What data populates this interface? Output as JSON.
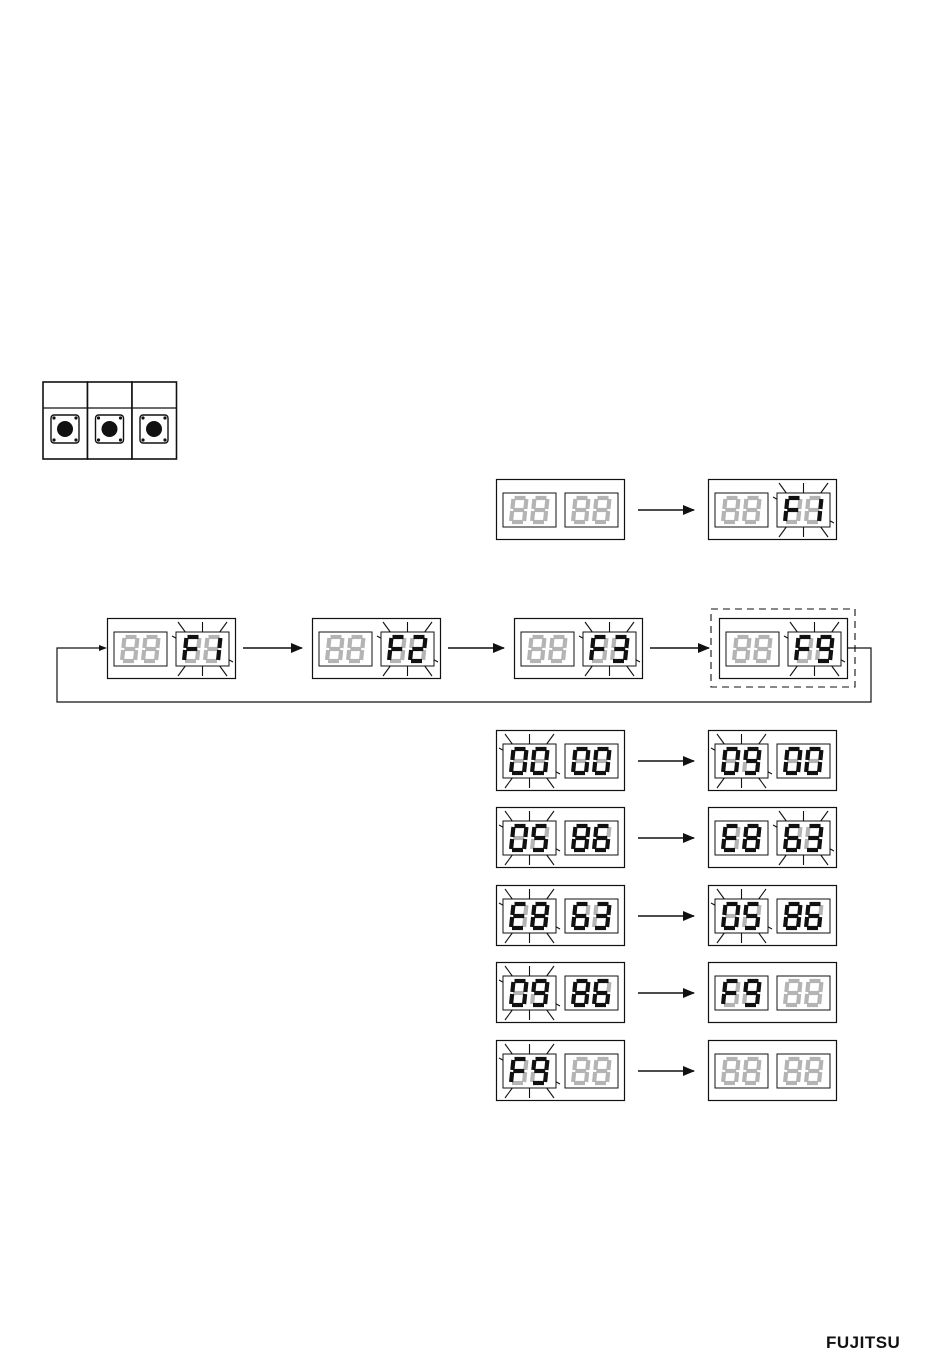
{
  "brand": {
    "logo_text": "FUJITSU"
  },
  "button_panel": {
    "buttons": 3
  },
  "step1": {
    "from": {
      "left": "88",
      "right": "88",
      "left_dim": [
        true,
        true
      ],
      "right_dim": [
        true,
        true
      ],
      "blink_left": false,
      "blink_right": false
    },
    "to": {
      "left": "88",
      "right": "F1",
      "left_dim": [
        true,
        true
      ],
      "right_dim": [
        false,
        false
      ],
      "blink_left": false,
      "blink_right": true
    }
  },
  "function_cycle": {
    "items": [
      {
        "left": "88",
        "right": "F1",
        "left_dim": [
          true,
          true
        ],
        "right_dim": [
          false,
          false
        ],
        "blink_right": true,
        "dashed": false
      },
      {
        "left": "88",
        "right": "F2",
        "left_dim": [
          true,
          true
        ],
        "right_dim": [
          false,
          false
        ],
        "blink_right": true,
        "dashed": false
      },
      {
        "left": "88",
        "right": "F3",
        "left_dim": [
          true,
          true
        ],
        "right_dim": [
          false,
          false
        ],
        "blink_right": true,
        "dashed": false
      },
      {
        "left": "88",
        "right": "F9",
        "left_dim": [
          true,
          true
        ],
        "right_dim": [
          false,
          false
        ],
        "blink_right": true,
        "dashed": true
      }
    ],
    "loops_back": true
  },
  "transitions": [
    {
      "from": {
        "left": "00",
        "right": "00",
        "left_dim": [
          false,
          false
        ],
        "right_dim": [
          false,
          false
        ],
        "blink_left": true,
        "blink_right": false
      },
      "to": {
        "left": "09",
        "right": "00",
        "left_dim": [
          false,
          false
        ],
        "right_dim": [
          false,
          false
        ],
        "blink_left": true,
        "blink_right": false
      }
    },
    {
      "from": {
        "left": "05",
        "right": "86",
        "left_dim": [
          false,
          false
        ],
        "right_dim": [
          false,
          false
        ],
        "blink_left": true,
        "blink_right": false
      },
      "to": {
        "left": "E8",
        "right": "63",
        "left_dim": [
          false,
          false
        ],
        "right_dim": [
          false,
          false
        ],
        "blink_left": false,
        "blink_right": true
      }
    },
    {
      "from": {
        "left": "E8",
        "right": "63",
        "left_dim": [
          false,
          false
        ],
        "right_dim": [
          false,
          false
        ],
        "blink_left": true,
        "blink_right": false
      },
      "to": {
        "left": "05",
        "right": "86",
        "left_dim": [
          false,
          false
        ],
        "right_dim": [
          false,
          false
        ],
        "blink_left": true,
        "blink_right": false
      }
    },
    {
      "from": {
        "left": "09",
        "right": "86",
        "left_dim": [
          false,
          false
        ],
        "right_dim": [
          false,
          false
        ],
        "blink_left": true,
        "blink_right": false
      },
      "to": {
        "left": "F9",
        "right": "88",
        "left_dim": [
          false,
          false
        ],
        "right_dim": [
          true,
          true
        ],
        "blink_left": false,
        "blink_right": false
      }
    },
    {
      "from": {
        "left": "F9",
        "right": "88",
        "left_dim": [
          false,
          false
        ],
        "right_dim": [
          true,
          true
        ],
        "blink_left": true,
        "blink_right": false
      },
      "to": {
        "left": "88",
        "right": "88",
        "left_dim": [
          true,
          true
        ],
        "right_dim": [
          true,
          true
        ],
        "blink_left": false,
        "blink_right": false
      }
    }
  ],
  "colors": {
    "lit": "#111111",
    "dim": "#b4b4b4",
    "line": "#111111"
  }
}
